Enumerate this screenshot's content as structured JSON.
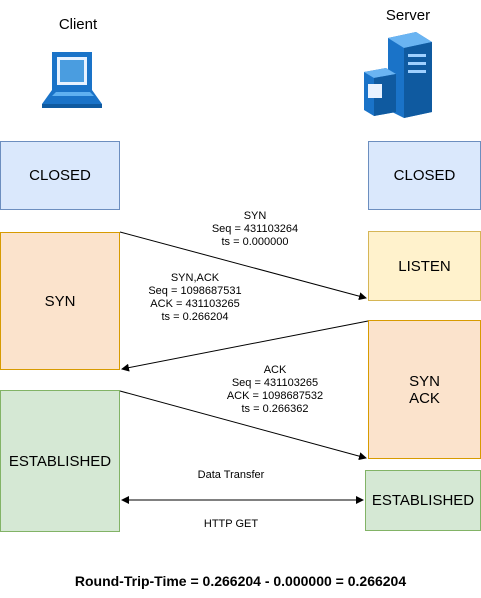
{
  "client": {
    "label": "Client",
    "icon": "laptop-icon"
  },
  "server": {
    "label": "Server",
    "icon": "server-icon"
  },
  "client_states": {
    "closed": "CLOSED",
    "syn": "SYN",
    "established": "ESTABLISHED"
  },
  "server_states": {
    "closed": "CLOSED",
    "listen": "LISTEN",
    "syn_ack": "SYN\nACK",
    "established": "ESTABLISHED"
  },
  "messages": {
    "syn": "SYN\nSeq = 431103264\nts = 0.000000",
    "syn_ack": "SYN,ACK\nSeq = 1098687531\nACK = 431103265\nts = 0.266204",
    "ack": "ACK\nSeq = 431103265\nACK = 1098687532\nts = 0.266362",
    "data_transfer": "Data Transfer",
    "http_get": "HTTP GET"
  },
  "footer": "Round-Trip-Time = 0.266204 - 0.000000 = 0.266204",
  "colors": {
    "blue": "#dae8fc",
    "orange": "#fbe3cc",
    "yellow": "#fff2cc",
    "green": "#d5e8d4"
  }
}
